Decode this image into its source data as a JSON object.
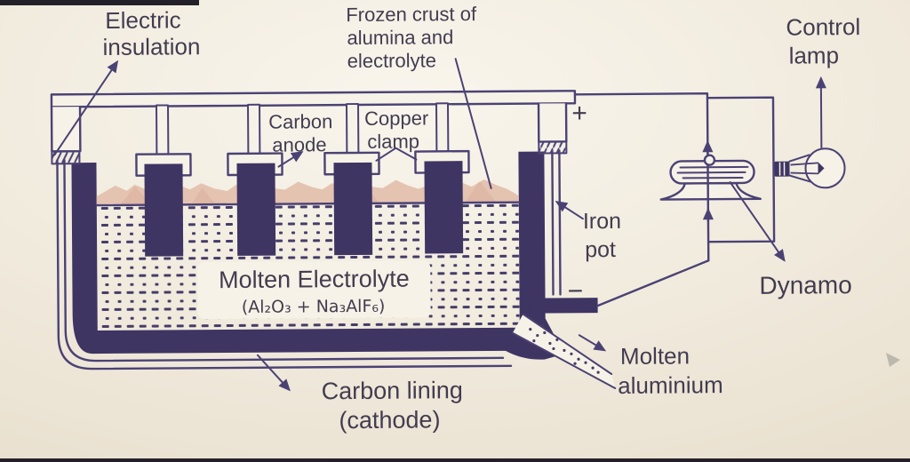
{
  "colors": {
    "ink": "#4b4274",
    "ink2": "#453c68",
    "text": "#433c50",
    "dark": "#3e3563",
    "paper": "#f1ebde",
    "paper2": "#f7f2e7",
    "crust": "#e5c3b1",
    "crust_deep": "#d9ae9b",
    "strip": "#24202a",
    "cursor_gray": "#b5b0a7"
  },
  "labels": {
    "electric_insulation": {
      "line1": "Electric",
      "line2": "insulation"
    },
    "frozen_crust": {
      "line1": "Frozen crust of",
      "line2": "alumina and",
      "line3": "electrolyte"
    },
    "carbon_anode": {
      "line1": "Carbon",
      "line2": "anode"
    },
    "copper_clamp": {
      "line1": "Copper",
      "line2": "clamp"
    },
    "plus_terminal": "+",
    "minus_terminal": "−",
    "iron_pot": {
      "line1": "Iron",
      "line2": "pot"
    },
    "molten_electrolyte": {
      "title": "Molten Electrolyte",
      "formula": "(Al₂O₃ + Na₃AlF₆)"
    },
    "carbon_lining": {
      "line1": "Carbon lining",
      "line2": "(cathode)"
    },
    "molten_aluminium": {
      "line1": "Molten",
      "line2": "aluminium"
    },
    "dynamo": "Dynamo",
    "control_lamp": {
      "line1": "Control",
      "line2": "lamp"
    }
  }
}
